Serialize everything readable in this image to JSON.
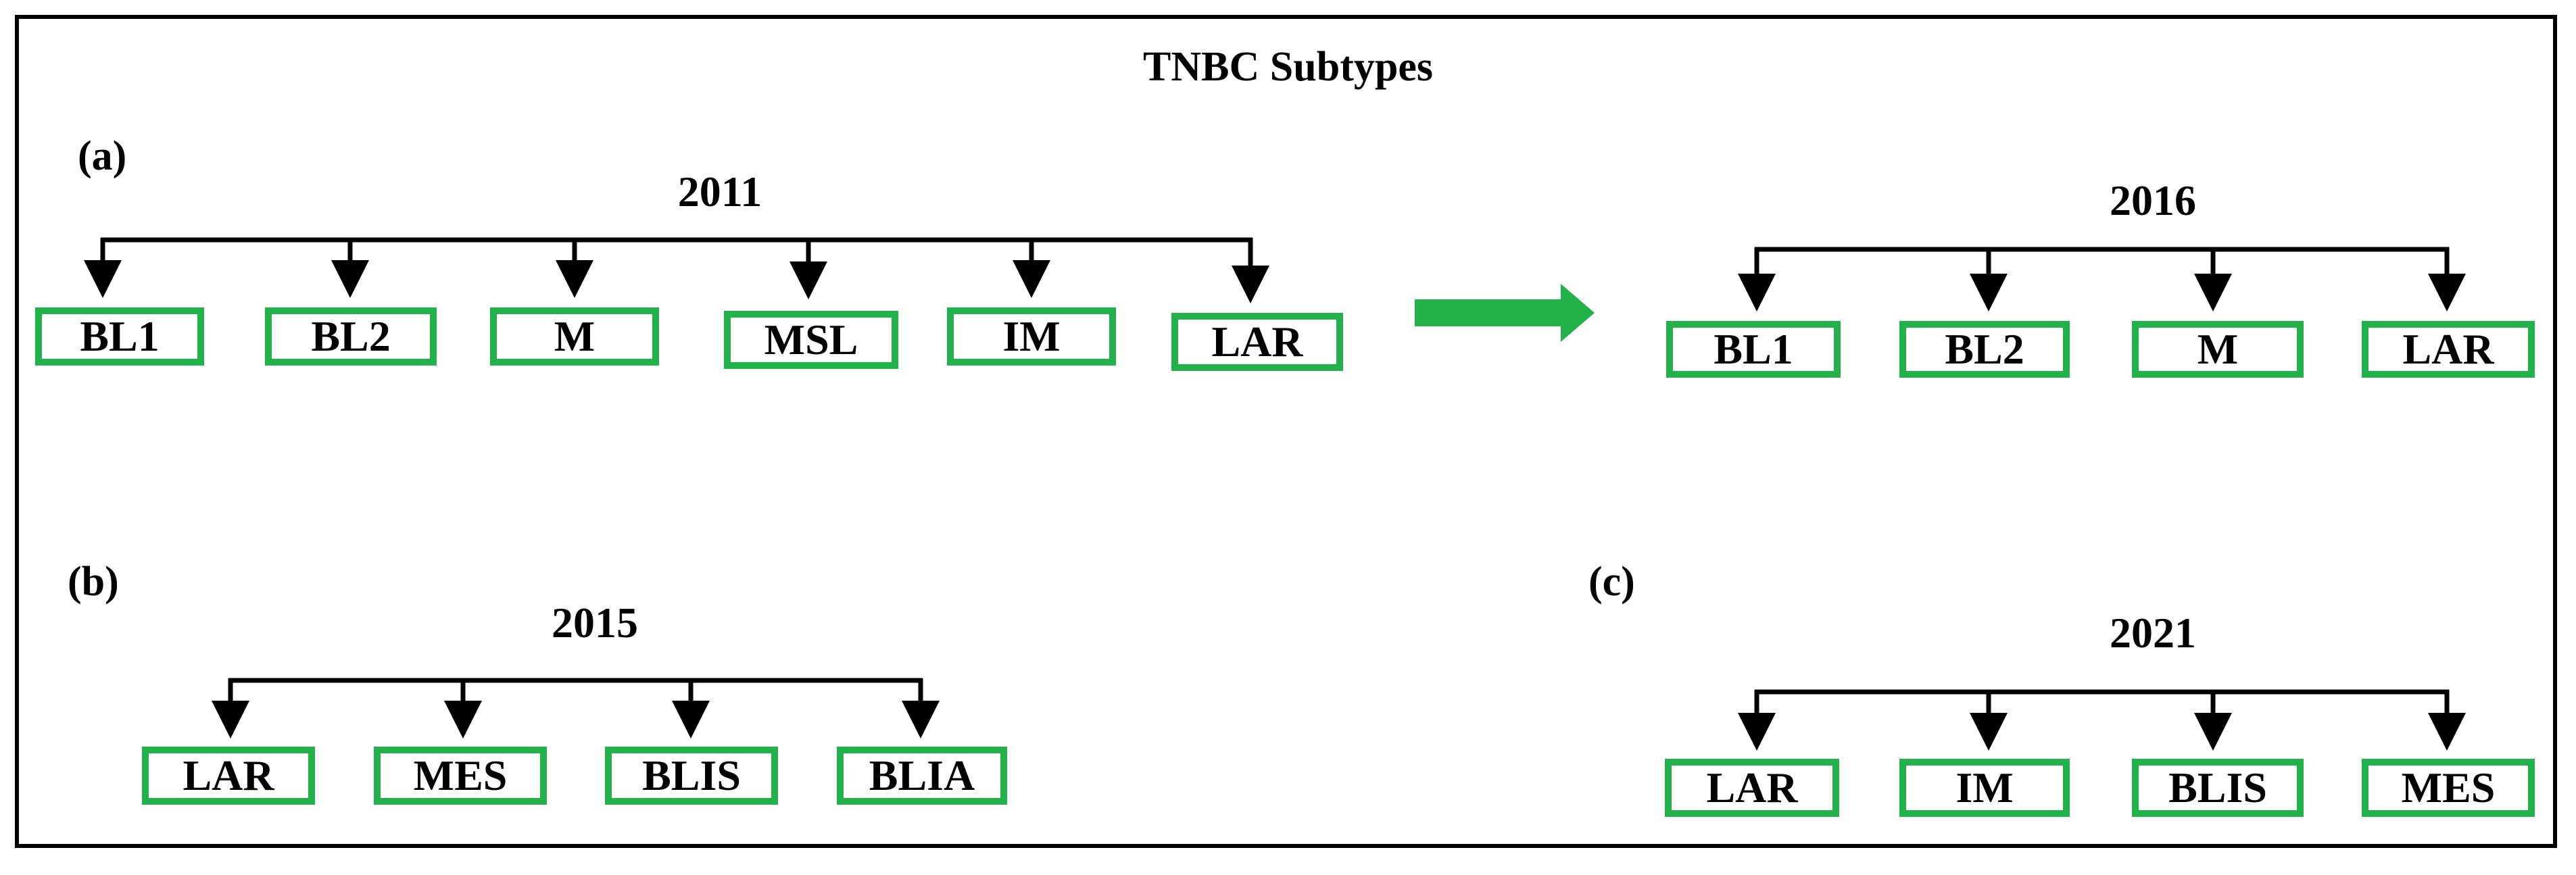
{
  "title": "TNBC Subtypes",
  "accent_color": "#21b24a",
  "panels": {
    "a_label": "(a)",
    "b_label": "(b)",
    "c_label": "(c)"
  },
  "trees": [
    {
      "id": "2011",
      "year": "2011",
      "subtypes": [
        "BL1",
        "BL2",
        "M",
        "MSL",
        "IM",
        "LAR"
      ]
    },
    {
      "id": "2016",
      "year": "2016",
      "subtypes": [
        "BL1",
        "BL2",
        "M",
        "LAR"
      ]
    },
    {
      "id": "2015",
      "year": "2015",
      "subtypes": [
        "LAR",
        "MES",
        "BLIS",
        "BLIA"
      ]
    },
    {
      "id": "2021",
      "year": "2021",
      "subtypes": [
        "LAR",
        "IM",
        "BLIS",
        "MES"
      ]
    }
  ],
  "transition_arrow": {
    "from": "2011",
    "to": "2016"
  }
}
